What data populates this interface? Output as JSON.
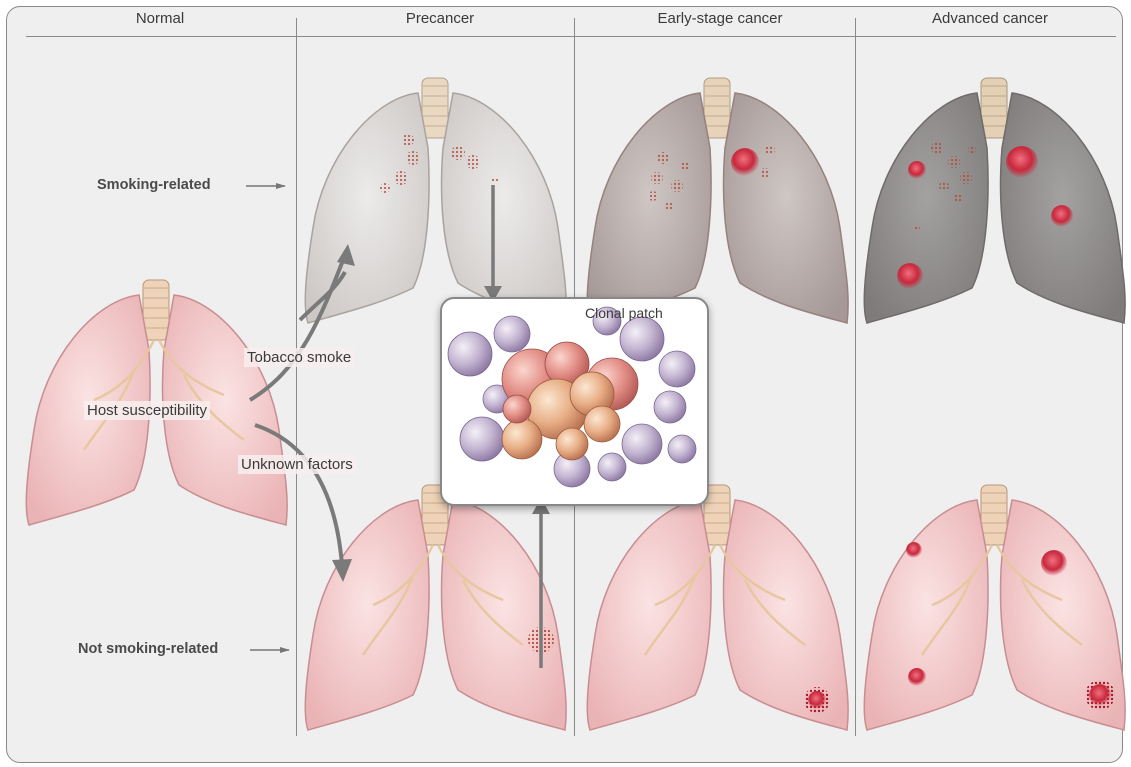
{
  "columns": {
    "normal": "Normal",
    "precancer": "Precancer",
    "early": "Early-stage cancer",
    "advanced": "Advanced cancer"
  },
  "rows": {
    "smoking": "Smoking-related",
    "not_smoking": "Not smoking-related"
  },
  "factors": {
    "tobacco": "Tobacco smoke",
    "host": "Host susceptibility",
    "unknown": "Unknown factors"
  },
  "inset": {
    "title": "Clonal patch"
  },
  "colors": {
    "background": "#efefef",
    "healthy_lung": "#f3c9c9",
    "smoker_lung_light": "#dcd8d6",
    "smoker_lung_mid": "#b9aeaa",
    "smoker_lung_dark": "#8f8c8b",
    "tumor": "#c8283c",
    "arrow": "#777777"
  }
}
